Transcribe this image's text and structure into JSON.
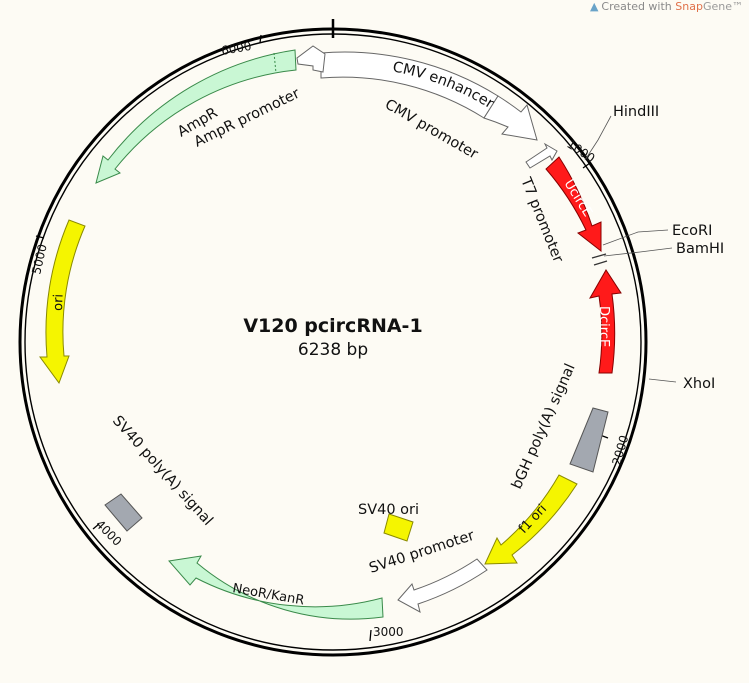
{
  "credit": {
    "prefix": "Created with ",
    "brand": "Snap",
    "brand2": "Gene™"
  },
  "plasmid": {
    "name": "V120 pcircRNA-1",
    "length": "6238 bp"
  },
  "ticks": [
    "1000",
    "2000",
    "3000",
    "4000",
    "5000",
    "6000"
  ],
  "restriction_sites": {
    "hindiii": "HindIII",
    "ecori": "EcoRI",
    "bamhi": "BamHI",
    "xhoi": "XhoI"
  },
  "features": {
    "cmv_enhancer": "CMV enhancer",
    "cmv_promoter": "CMV promoter",
    "t7_promoter": "T7 promoter",
    "ucirce": "UcircE",
    "dcirce": "DcircE",
    "bgh_polya": "bGH poly(A) signal",
    "f1_ori": "f1 ori",
    "sv40_promoter": "SV40 promoter",
    "sv40_ori": "SV40 ori",
    "neokanr": "NeoR/KanR",
    "sv40_polya": "SV40 poly(A) signal",
    "ori": "ori",
    "ampr": "AmpR",
    "ampr_promoter": "AmpR promoter"
  },
  "colors": {
    "background": "#fdfbf4",
    "backbone": "#000000",
    "red_feature": "#ff1a1a",
    "yellow_feature": "#f5f500",
    "green_feature": "#c9f7d4",
    "gray_feature": "#a3a8b0",
    "white_feature": "#ffffff"
  }
}
